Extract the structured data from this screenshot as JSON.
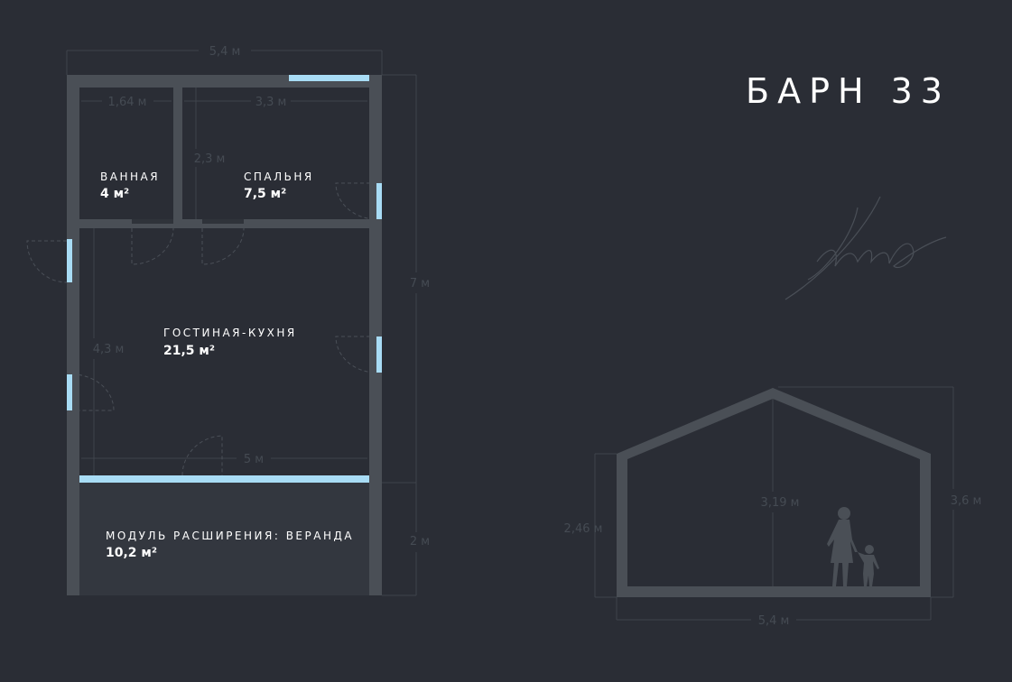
{
  "title": "БАРН 33",
  "colors": {
    "background": "#2a2d35",
    "wall": "#4a4f56",
    "window": "#a8dcf5",
    "veranda": "#33373f",
    "dimension": "#454b53"
  },
  "plan": {
    "dimensions": {
      "total_width": "5,4 м",
      "bath_width": "1,64 м",
      "bedroom_width": "3,3 м",
      "bedroom_depth": "2,3 м",
      "total_length": "7 м",
      "living_depth": "4,3 м",
      "living_width": "5 м",
      "veranda_depth": "2 м"
    },
    "rooms": [
      {
        "name": "ВАННАЯ",
        "area": "4 м²"
      },
      {
        "name": "СПАЛЬНЯ",
        "area": "7,5 м²"
      },
      {
        "name": "ГОСТИНАЯ-КУХНЯ",
        "area": "21,5 м²"
      },
      {
        "name": "МОДУЛЬ РАСШИРЕНИЯ: ВЕРАНДА",
        "area": "10,2 м²"
      }
    ]
  },
  "section": {
    "dimensions": {
      "wall_height": "2,46 м",
      "inner_height": "3,19 м",
      "total_height": "3,6 м",
      "width": "5,4 м"
    }
  }
}
